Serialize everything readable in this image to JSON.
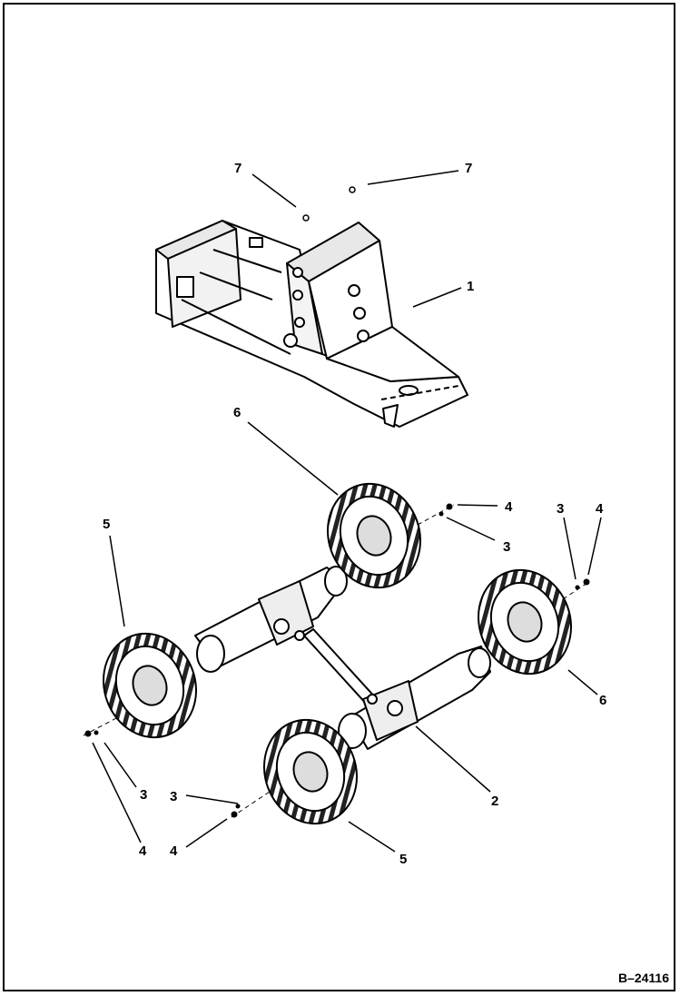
{
  "figure": {
    "id": "B–24116",
    "callouts": {
      "frame": "1",
      "rear_axle": "2",
      "washer": "3",
      "nut": "4",
      "tire_left": "5",
      "tire_right": "6",
      "fitting": "7"
    }
  }
}
